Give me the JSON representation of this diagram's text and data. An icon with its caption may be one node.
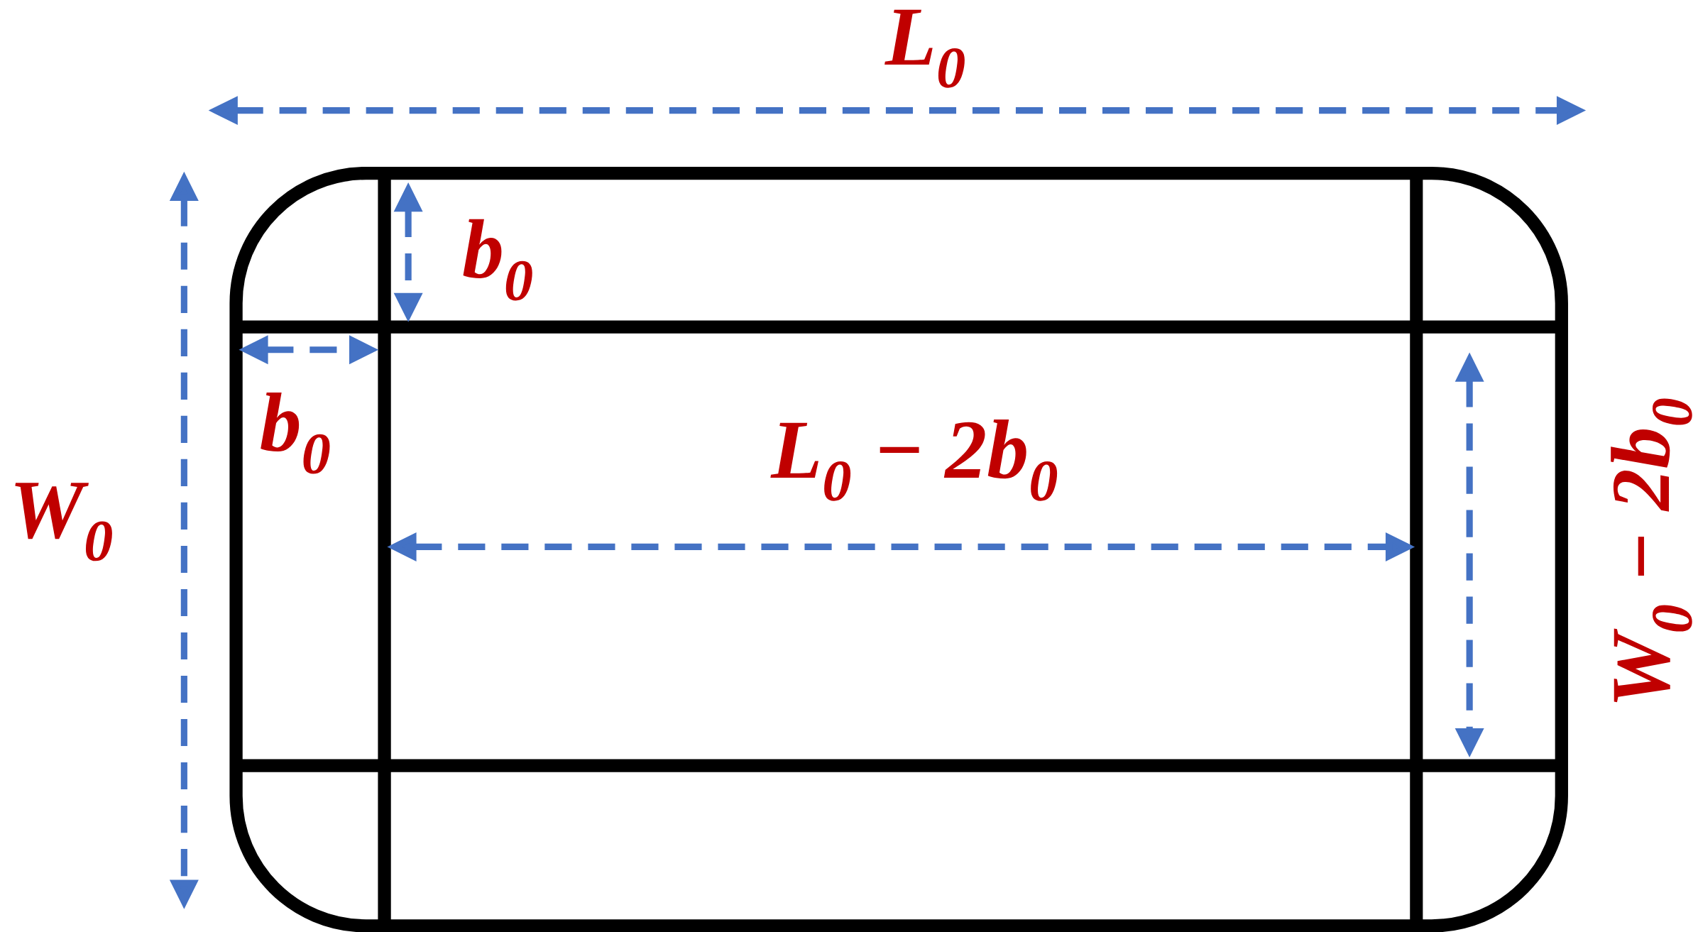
{
  "diagram": {
    "labels": [
      "L$_{0}$",
      "b$_{0}$",
      "b$_{0}$",
      "W$_{0}$",
      "L$_{0}$ − 2b$_{0}$",
      "W$_{0}$ − 2b$_{0}$"
    ]
  }
}
